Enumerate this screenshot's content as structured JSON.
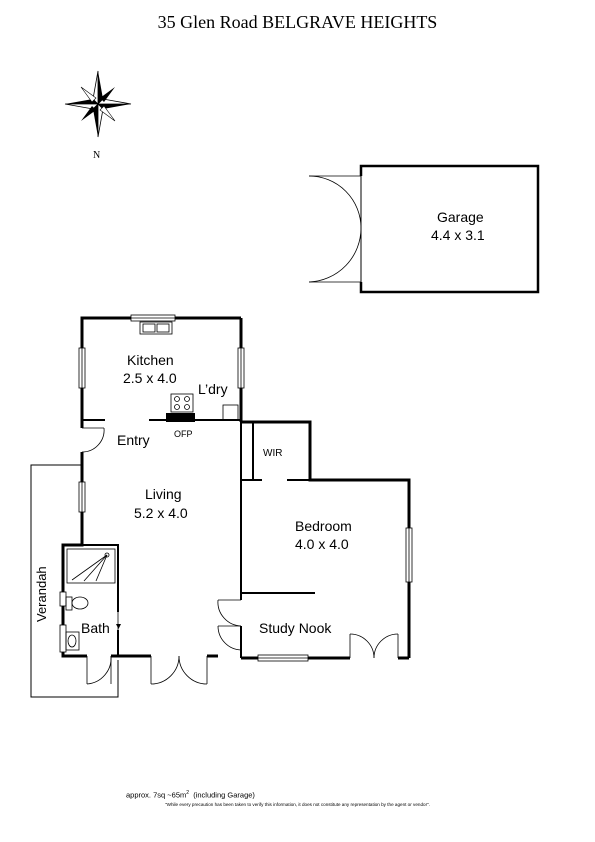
{
  "title": "35 Glen Road BELGRAVE HEIGHTS",
  "compass": {
    "label": "N",
    "icon": "compass-rose-icon"
  },
  "rooms": {
    "garage": {
      "name": "Garage",
      "size": "4.4 x 3.1"
    },
    "kitchen": {
      "name": "Kitchen",
      "size": "2.5 x 4.0"
    },
    "laundry": {
      "name": "L’dry"
    },
    "fireplace": {
      "name": "OFP"
    },
    "entry": {
      "name": "Entry"
    },
    "wir": {
      "name": "WIR"
    },
    "living": {
      "name": "Living",
      "size": "5.2 x 4.0"
    },
    "bedroom": {
      "name": "Bedroom",
      "size": "4.0 x 4.0"
    },
    "verandah": {
      "name": "Verandah"
    },
    "bath": {
      "name": "Bath"
    },
    "study": {
      "name": "Study Nook"
    }
  },
  "footer": {
    "area_prefix": "approx. 7sq ~65m",
    "area_sup": "2",
    "area_suffix": "(including Garage)",
    "disclaimer": "\"While every precaution has been taken to verify this information, it does not constitute any representation by the agent or vendor\"."
  }
}
